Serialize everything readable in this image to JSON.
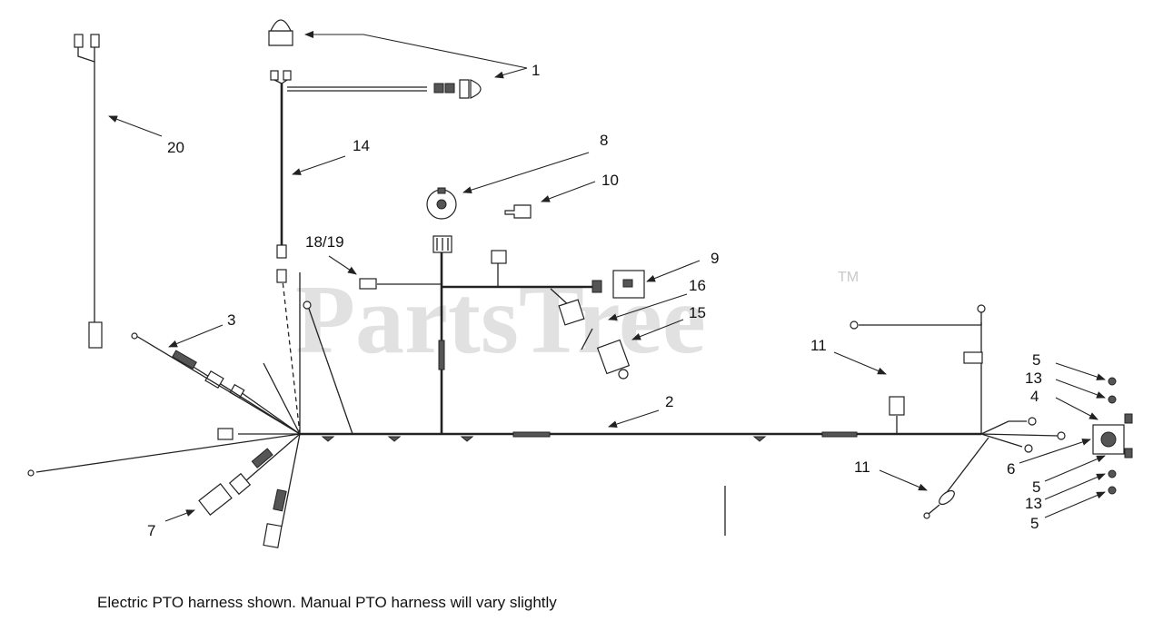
{
  "watermark": {
    "text": "PartsTree",
    "trademark": "TM"
  },
  "caption": "Electric PTO harness shown. Manual PTO harness will vary slightly",
  "callouts": {
    "c1": "1",
    "c2": "2",
    "c3": "3",
    "c4": "4",
    "c5a": "5",
    "c5b": "5",
    "c5c": "5",
    "c6": "6",
    "c7": "7",
    "c8": "8",
    "c9": "9",
    "c10": "10",
    "c11a": "11",
    "c11b": "11",
    "c13a": "13",
    "c13b": "13",
    "c14": "14",
    "c15": "15",
    "c16": "16",
    "c1819": "18/19",
    "c20": "20"
  }
}
